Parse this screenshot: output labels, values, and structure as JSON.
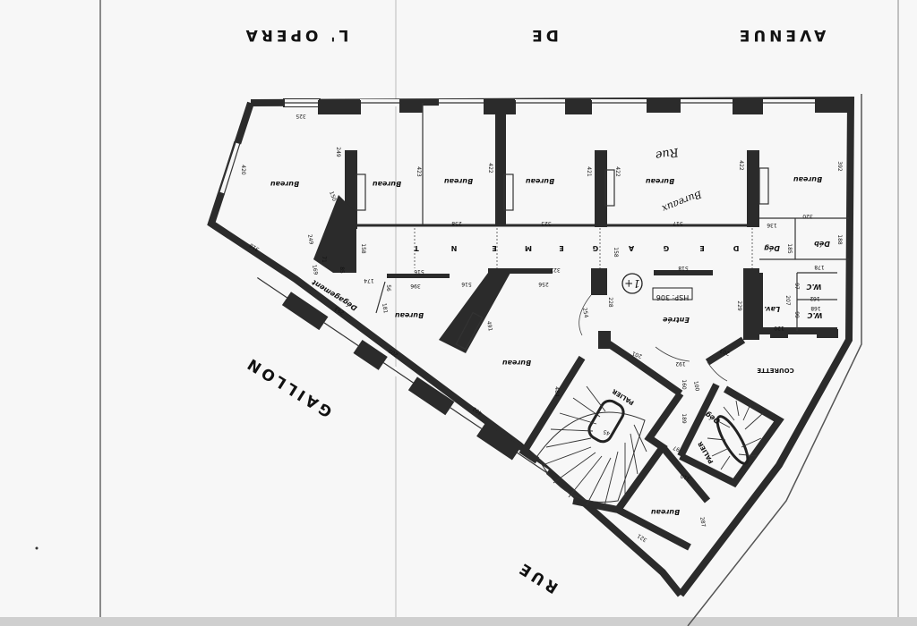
{
  "streets": {
    "avenue_left": "L' OPERA",
    "avenue_middle": "DE",
    "avenue_right": "AVENUE",
    "gaillon": "GAILLON",
    "rue": "RUE"
  },
  "rooms": {
    "bureau_1": "Bureau",
    "bureau_2": "Bureau",
    "bureau_3": "Bureau",
    "bureau_4": "Bureau",
    "bureau_5": "Bureau",
    "bureau_6": "Bureau",
    "bureau_7": "Bureau",
    "bureau_8": "Bureau",
    "bureau_9": "Bureau",
    "deb": "Déb",
    "deg_1": "Dég",
    "deg_2": "Dég",
    "wc_1": "W.C",
    "wc_2": "W.C",
    "lav": "Lav.",
    "entree": "Entrée",
    "courette": "COURETTE",
    "palier_1": "PALIER",
    "palier_2": "PALIER",
    "degagement": "Dégagement"
  },
  "corridor_letters": [
    "D",
    "E",
    "G",
    "A",
    "G",
    "E",
    "M",
    "E",
    "N",
    "T"
  ],
  "labels": {
    "hsp": "HSP: 306",
    "marker": "1+",
    "handwriting": "Bureaux",
    "handwriting_2": "Rue"
  },
  "dimensions": {
    "d325": "325",
    "d249": "249",
    "d423": "423",
    "d422a": "422",
    "d421": "421",
    "d422b": "422",
    "d422c": "422",
    "d392": "392",
    "d420": "420",
    "d150": "150",
    "d249b": "249",
    "d258": "258",
    "d323": "323",
    "d517": "517",
    "d136": "136",
    "d320": "320",
    "d188": "188",
    "d158a": "158",
    "d516a": "516",
    "d322": "322",
    "d158b": "158",
    "d518": "518",
    "d185": "185",
    "d178": "178",
    "d174": "174",
    "d85": "85",
    "d71": "71",
    "d169": "169",
    "d56": "56",
    "d396": "396",
    "d516b": "516",
    "d256": "256",
    "d228": "228",
    "d229": "229",
    "d97": "97",
    "d162": "162",
    "d207": "207",
    "d168": "168",
    "d99": "99",
    "d120": "120",
    "d318": "318",
    "d293": "293",
    "d181": "181",
    "d491": "491",
    "d254": "254",
    "d205": "205",
    "d201": "201",
    "d192": "192",
    "d203": "203",
    "d100": "100",
    "d160": "160",
    "d484": "484",
    "d189": "189",
    "d402": "402",
    "d97b": "97",
    "d310": "310",
    "d287": "287",
    "d321": "321",
    "d45": "45"
  }
}
